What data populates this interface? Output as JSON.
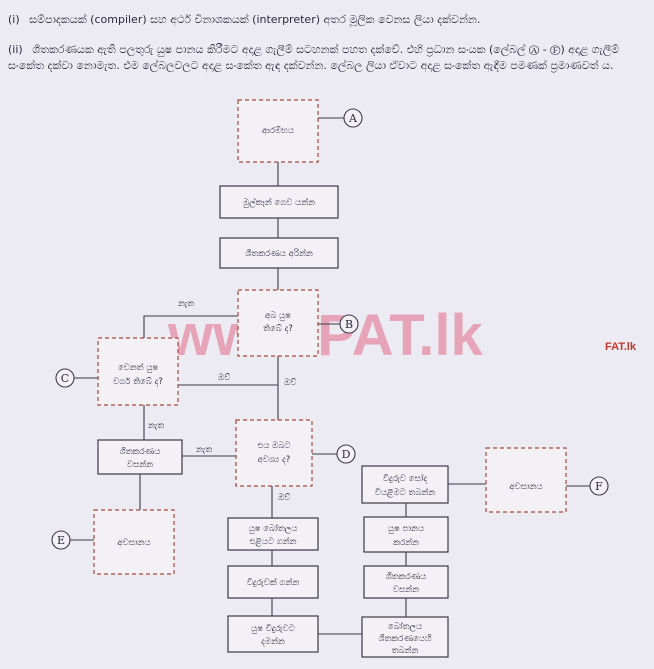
{
  "questions": {
    "q1": {
      "number": "(i)",
      "text": "සම්පාදකයක් (compiler) සහ අර්ථ විනාශකයක් (interpreter) අතර මූලික වෙනස ලියා දක්වන්න."
    },
    "q2": {
      "number": "(ii)",
      "text": "ශීතකරණයක ඇති පලතුරු යුෂ පානය කිරීමට අදාළ ගැලීම් සටහනක් පහත දක්වේ. එහි ප්‍රධාන සංයක (ලේබල් Ⓐ - Ⓕ) අදාළ ගැලීම් සංකේත දක්වා නොමැත. එම ලේබලවලට අදාළ සංකේත ඇඳ දක්වන්න. ලේබල ලියා ඒවාට අදාළ සංකේත ඇඳීම පමණක් ප්‍රමාණවත් ය."
    }
  },
  "flow": {
    "start": "ආරම්භය",
    "take_out": "මුල්කෑන් ගෙව යන්න",
    "open_fridge": "ශීතකරණය අරින්න",
    "juice_q": [
      "අබ යුෂ",
      "තිබේ ද?"
    ],
    "other_q": [
      "වෙනත් යුෂ",
      "වර්ග තිබේ ද?"
    ],
    "want_q": [
      "එය ඔබට",
      "අවශ්‍ය ද?"
    ],
    "close_fridge": [
      "ශීතකරණය",
      "වසන්න"
    ],
    "end_left": "අවසානය",
    "take_bottle": [
      "යුෂ බෝතලය",
      "එළියට ගන්න"
    ],
    "take_glass": "වීදුරුවක් ගන්න",
    "pour": [
      "යුෂ වීදුරුවට",
      "දමන්න"
    ],
    "return_bottle": [
      "බෝතලය",
      "ශීතකරණයෙහි",
      "තබන්න"
    ],
    "close_fridge2": [
      "ශීතකරණය",
      "වසන්න"
    ],
    "drink": [
      "යුෂ පානය",
      "කරන්න"
    ],
    "wash_glass": [
      "වීදුරුව සෝද",
      "වියළීමට තබන්න"
    ],
    "end_right": "අවසානය",
    "yes": "ඔව්",
    "no": "නැත",
    "labels": [
      "A",
      "B",
      "C",
      "D",
      "E",
      "F"
    ]
  },
  "watermark": "www.PAT.lk",
  "watermark_small": "FAT.lk"
}
